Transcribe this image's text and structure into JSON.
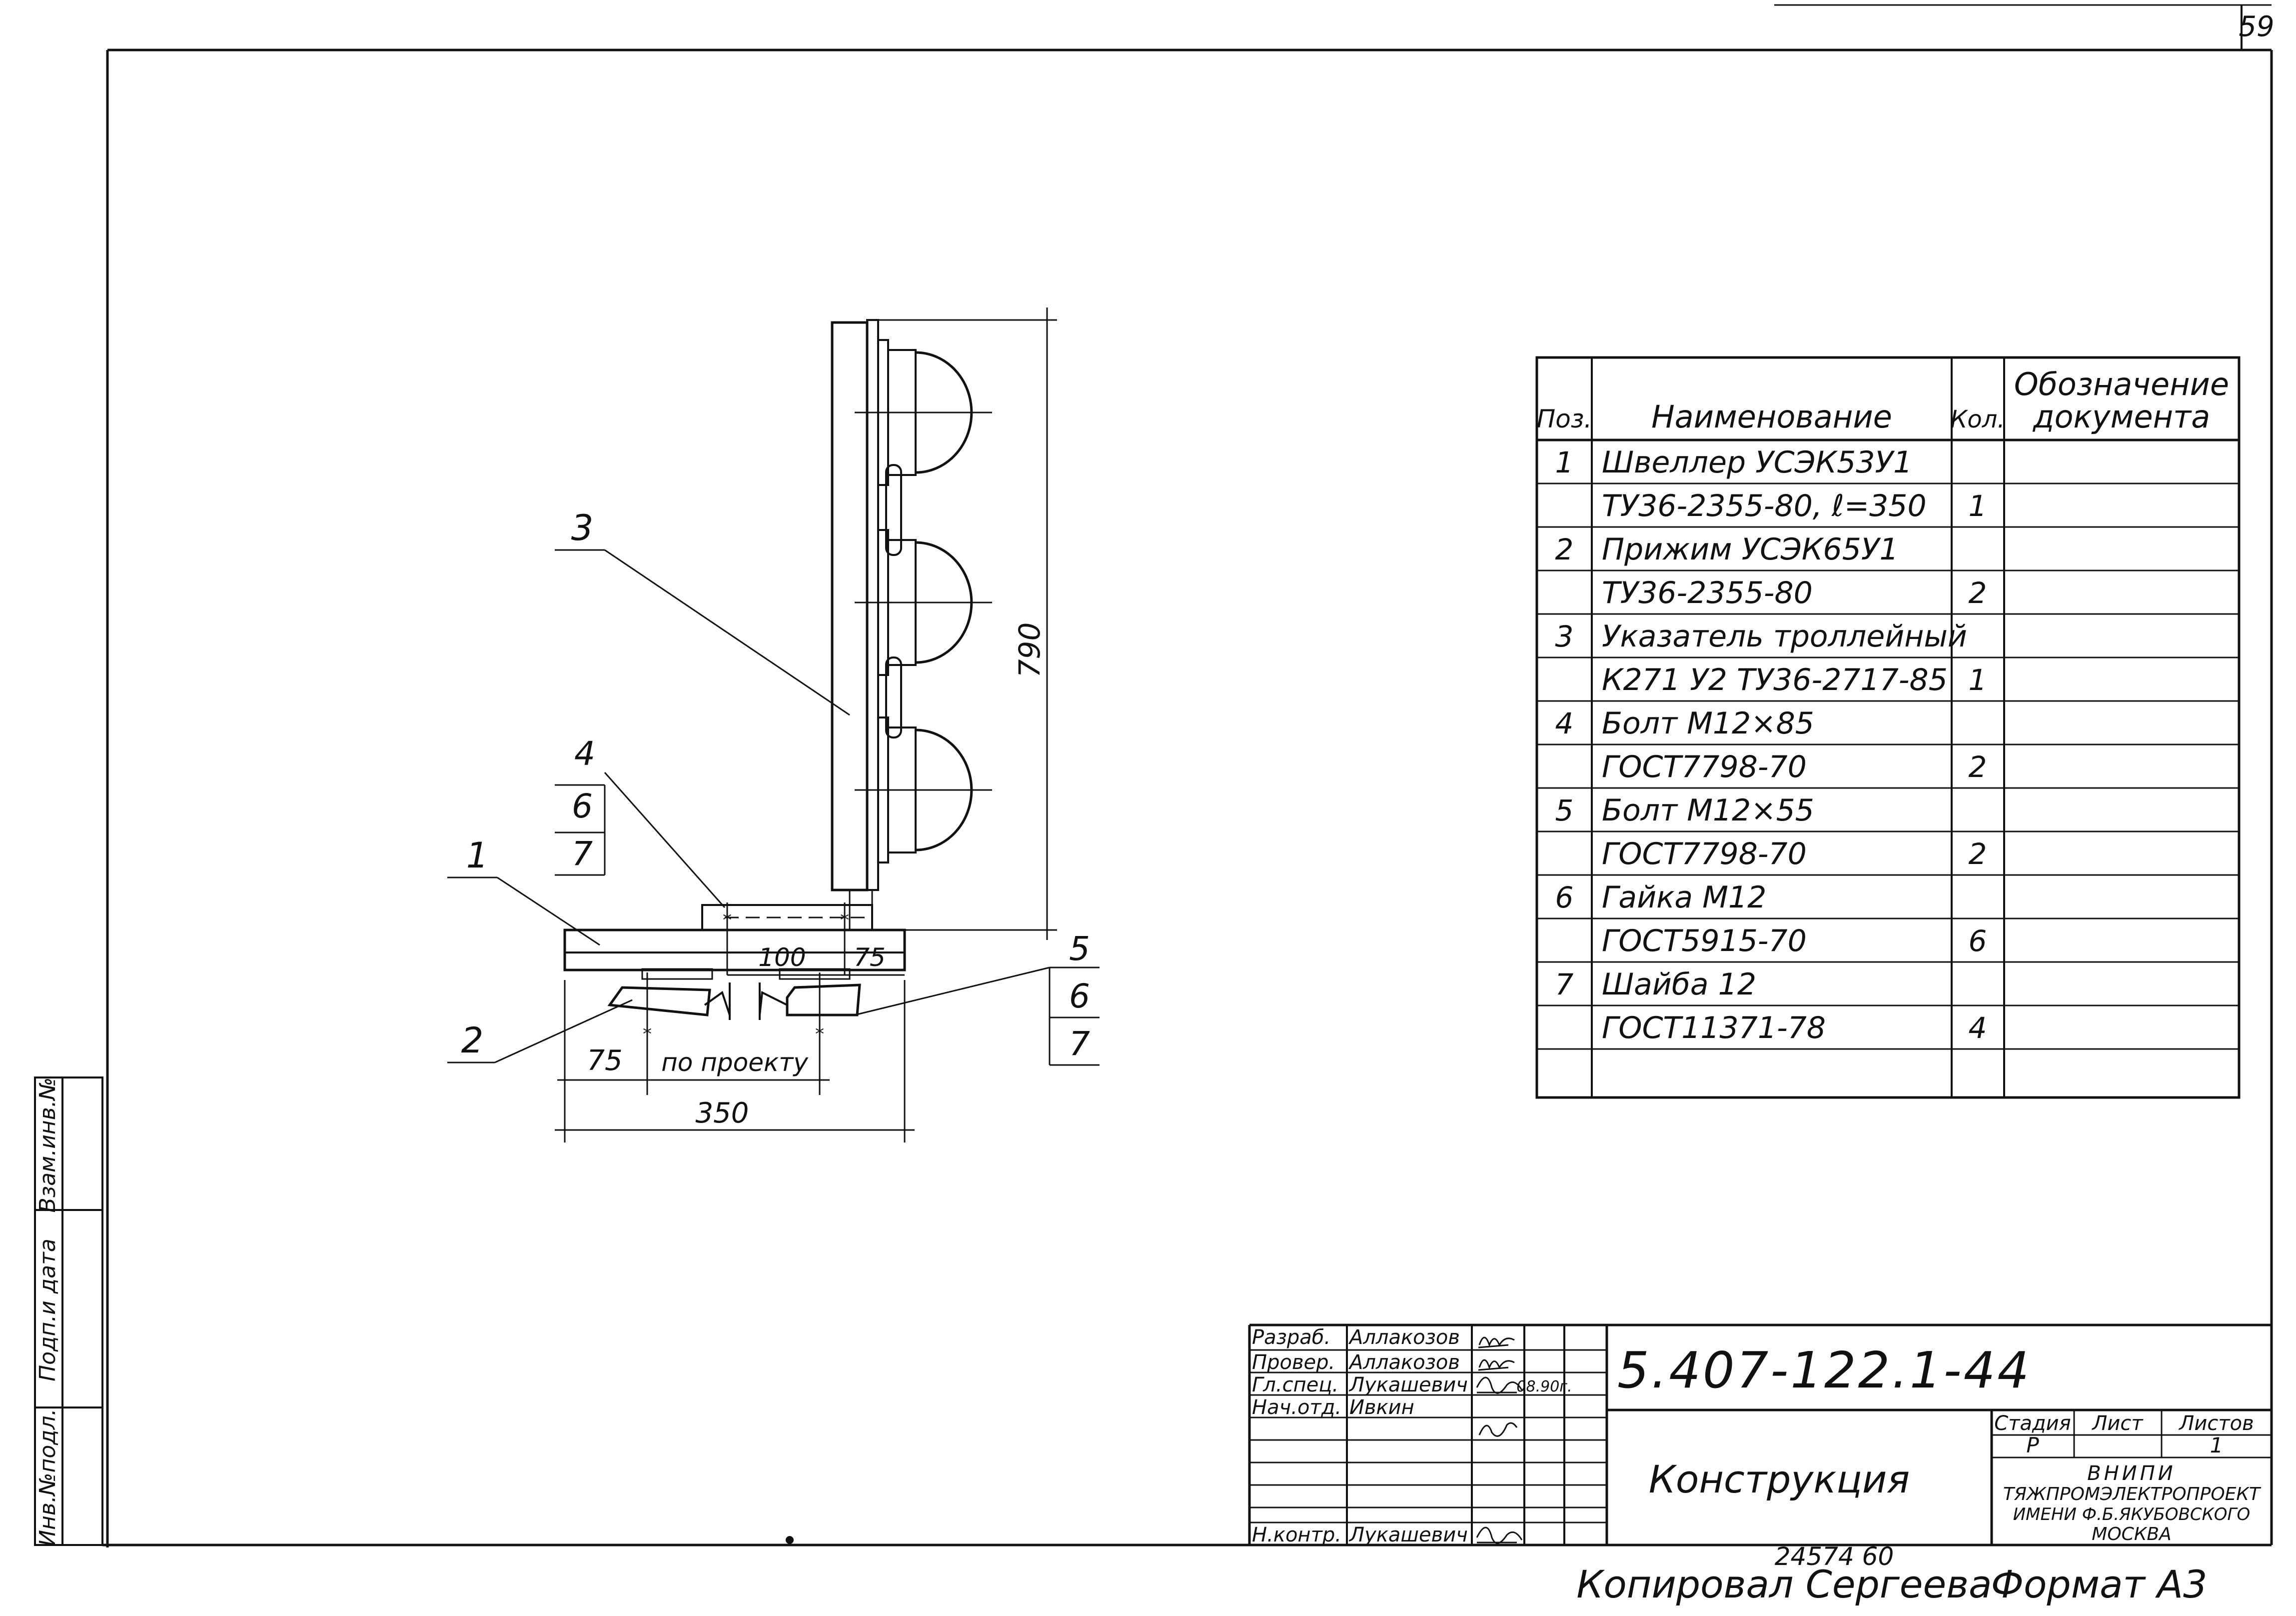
{
  "page_number": "59",
  "drawing": {
    "leaders": {
      "p1": "1",
      "p2": "2",
      "p3": "3",
      "p4": "4",
      "p5": "5",
      "p6a": "6",
      "p7a": "7",
      "p6b": "6",
      "p7b": "7"
    },
    "dimensions": {
      "height": "790",
      "d100": "100",
      "d75_top": "75",
      "d75_bottom": "75",
      "by_project": "по проекту",
      "width": "350"
    }
  },
  "spec_table": {
    "headers": {
      "pos": "Поз.",
      "name": "Наименование",
      "qty": "Кол.",
      "designation": "Обозначение документа"
    },
    "rows": [
      {
        "pos": "1",
        "name": "Швеллер УСЭК53У1",
        "qty": ""
      },
      {
        "pos": "",
        "name": "ТУ36-2355-80, ℓ=350",
        "qty": "1"
      },
      {
        "pos": "2",
        "name": "Прижим УСЭК65У1",
        "qty": ""
      },
      {
        "pos": "",
        "name": "ТУ36-2355-80",
        "qty": "2"
      },
      {
        "pos": "3",
        "name": "Указатель троллейный",
        "qty": ""
      },
      {
        "pos": "",
        "name": "К271 У2 ТУ36-2717-85",
        "qty": "1"
      },
      {
        "pos": "4",
        "name": "Болт М12×85",
        "qty": ""
      },
      {
        "pos": "",
        "name": "ГОСТ7798-70",
        "qty": "2"
      },
      {
        "pos": "5",
        "name": "Болт М12×55",
        "qty": ""
      },
      {
        "pos": "",
        "name": "ГОСТ7798-70",
        "qty": "2"
      },
      {
        "pos": "6",
        "name": "Гайка  М12",
        "qty": ""
      },
      {
        "pos": "",
        "name": "ГОСТ5915-70",
        "qty": "6"
      },
      {
        "pos": "7",
        "name": "Шайба 12",
        "qty": ""
      },
      {
        "pos": "",
        "name": "ГОСТ11371-78",
        "qty": "4"
      },
      {
        "pos": "",
        "name": "",
        "qty": ""
      }
    ]
  },
  "title_block": {
    "code": "5.407-122.1-44",
    "title": "Конструкция",
    "roles": [
      {
        "role": "Разраб.",
        "name": "Аллакозов",
        "date": ""
      },
      {
        "role": "Провер.",
        "name": "Аллакозов",
        "date": ""
      },
      {
        "role": "Гл.спец.",
        "name": "Лукашевич",
        "date": "08.90г."
      },
      {
        "role": "Нач.отд.",
        "name": "Ивкин",
        "date": ""
      },
      {
        "role": "Н.контр.",
        "name": "Лукашевич",
        "date": ""
      }
    ],
    "stage_header": "Стадия",
    "sheet_header": "Лист",
    "sheets_header": "Листов",
    "stage": "Р",
    "sheet": "",
    "sheets": "1",
    "org_line1": "ВНИПИ",
    "org_line2": "ТЯЖПРОМЭЛЕКТРОПРОЕКТ",
    "org_line3": "ИМЕНИ Ф.Б.ЯКУБОВСКОГО",
    "org_line4": "МОСКВА"
  },
  "side_stamp": {
    "inv_podl": "Инв.№подл.",
    "podp_data": "Подп.и дата",
    "vzam_inv": "Взам.инв.№"
  },
  "footer": {
    "number": "24574 60",
    "copied": "Копировал Сергеева",
    "format": "Формат А3"
  }
}
